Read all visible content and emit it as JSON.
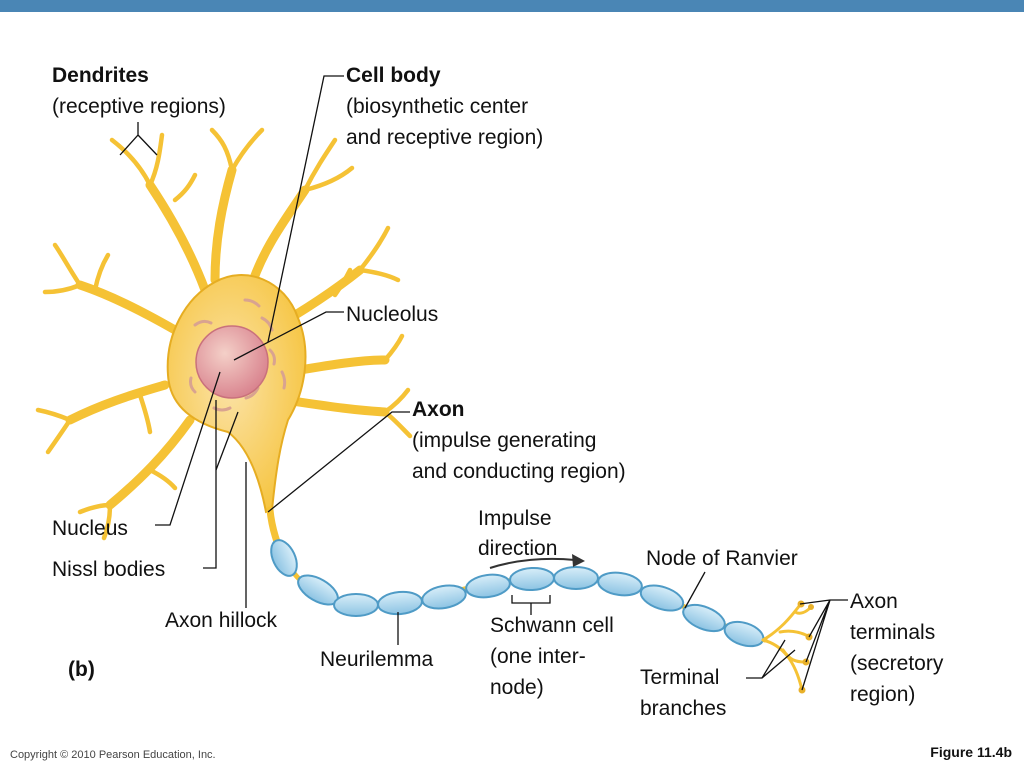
{
  "labels": {
    "dendrites": {
      "title": "Dendrites",
      "subtitle": "(receptive regions)"
    },
    "cell_body": {
      "title": "Cell body",
      "line1": "(biosynthetic center",
      "line2": "and receptive region)"
    },
    "nucleolus": "Nucleolus",
    "axon": {
      "title": "Axon",
      "line1": "(impulse generating",
      "line2": "and conducting region)"
    },
    "impulse_direction": {
      "line1": "Impulse",
      "line2": "direction"
    },
    "node_of_ranvier": "Node of Ranvier",
    "nucleus": "Nucleus",
    "nissl_bodies": "Nissl bodies",
    "axon_hillock": "Axon hillock",
    "schwann_cell": {
      "line1": "Schwann cell",
      "line2": "(one inter-",
      "line3": "node)"
    },
    "neurilemma": "Neurilemma",
    "terminal_branches": {
      "line1": "Terminal",
      "line2": "branches"
    },
    "axon_terminals": {
      "line1": "Axon",
      "line2": "terminals",
      "line3": "(secretory",
      "line4": "region)"
    },
    "panel": "(b)"
  },
  "footer": {
    "copyright": "Copyright © 2010 Pearson Education, Inc.",
    "figure": "Figure 11.4b"
  },
  "colors": {
    "neuron": "#f5c235",
    "neuron_edge": "#e0a81a",
    "nucleus": "#e39aa2",
    "myelin": "#9fd1ea",
    "myelin_edge": "#4f9bc6",
    "bar": "#4a86b5"
  }
}
